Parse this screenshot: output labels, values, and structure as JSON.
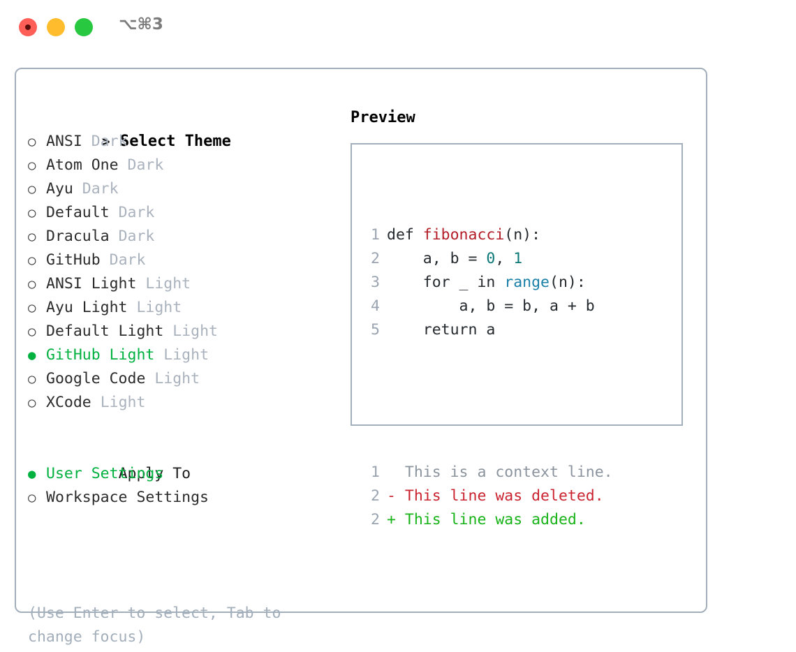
{
  "titlebar": {
    "shortcut": "⌥⌘3",
    "lights": [
      "close-red",
      "minimize-yellow",
      "zoom-green"
    ]
  },
  "theme_picker": {
    "heading": "Select Theme",
    "heading_prefix": "> ",
    "bullet_selected": "●",
    "bullet_unselected": "○",
    "items": [
      {
        "name": "ANSI",
        "tag": "Dark",
        "selected": false
      },
      {
        "name": "Atom One",
        "tag": "Dark",
        "selected": false
      },
      {
        "name": "Ayu",
        "tag": "Dark",
        "selected": false
      },
      {
        "name": "Default",
        "tag": "Dark",
        "selected": false
      },
      {
        "name": "Dracula",
        "tag": "Dark",
        "selected": false
      },
      {
        "name": "GitHub",
        "tag": "Dark",
        "selected": false
      },
      {
        "name": "ANSI Light",
        "tag": "Light",
        "selected": false
      },
      {
        "name": "Ayu Light",
        "tag": "Light",
        "selected": false
      },
      {
        "name": "Default Light",
        "tag": "Light",
        "selected": false
      },
      {
        "name": "GitHub Light",
        "tag": "Light",
        "selected": true
      },
      {
        "name": "Google Code",
        "tag": "Light",
        "selected": false
      },
      {
        "name": "XCode",
        "tag": "Light",
        "selected": false
      }
    ]
  },
  "apply_to": {
    "label": "Apply To",
    "options": [
      {
        "name": "User Settings",
        "selected": true
      },
      {
        "name": "Workspace Settings",
        "selected": false
      }
    ]
  },
  "hint": "(Use Enter to select, Tab to change focus)",
  "preview": {
    "title": "Preview",
    "code_lines": [
      {
        "num": "1",
        "tokens": [
          {
            "t": "def ",
            "c": "plain"
          },
          {
            "t": "fibonacci",
            "c": "fn"
          },
          {
            "t": "(n):",
            "c": "plain"
          }
        ]
      },
      {
        "num": "2",
        "tokens": [
          {
            "t": "    a, b = ",
            "c": "plain"
          },
          {
            "t": "0",
            "c": "num"
          },
          {
            "t": ", ",
            "c": "plain"
          },
          {
            "t": "1",
            "c": "num"
          }
        ]
      },
      {
        "num": "3",
        "tokens": [
          {
            "t": "    for _ in ",
            "c": "plain"
          },
          {
            "t": "range",
            "c": "call"
          },
          {
            "t": "(n):",
            "c": "plain"
          }
        ]
      },
      {
        "num": "4",
        "tokens": [
          {
            "t": "        a, b = b, a + b",
            "c": "plain"
          }
        ]
      },
      {
        "num": "5",
        "tokens": [
          {
            "t": "    return a",
            "c": "plain"
          }
        ]
      }
    ],
    "diff_lines": [
      {
        "num": "1",
        "marker": "  ",
        "text": "This is a context line.",
        "kind": "ctx"
      },
      {
        "num": "2",
        "marker": "- ",
        "text": "This line was deleted.",
        "kind": "del"
      },
      {
        "num": "2",
        "marker": "+ ",
        "text": "This line was added.",
        "kind": "add"
      }
    ]
  },
  "colors": {
    "accent_green": "#00b140",
    "border": "#a3aebb",
    "muted": "#aab2bd",
    "fn_red": "#b31d28",
    "num_teal": "#0d7878",
    "call_blue": "#1a7fa8",
    "diff_del": "#cb2431",
    "diff_add": "#18b318"
  }
}
